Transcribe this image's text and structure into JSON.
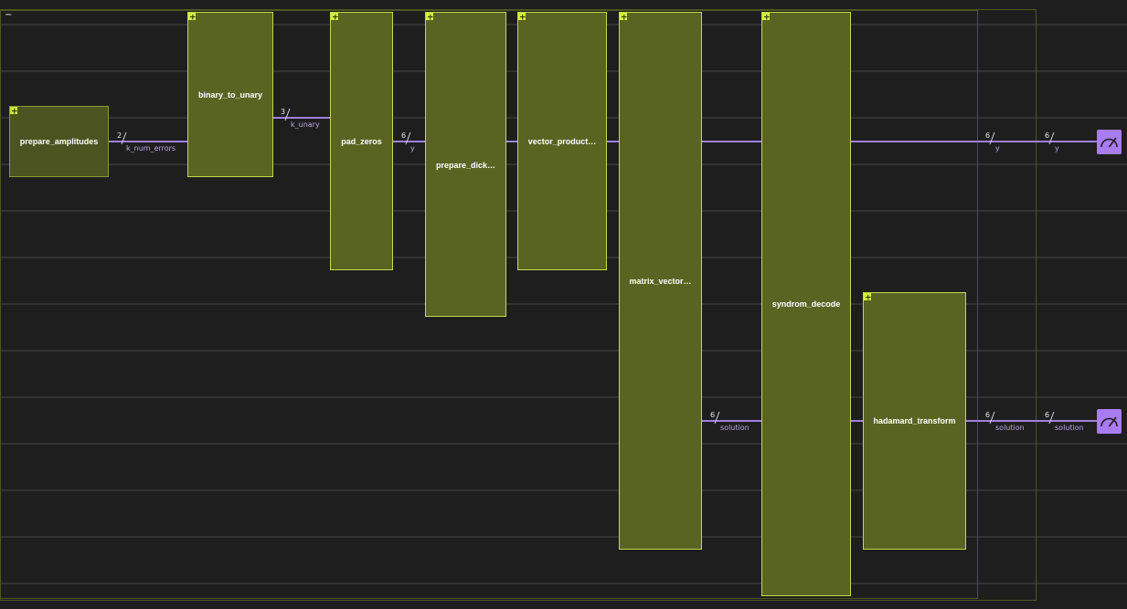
{
  "colors": {
    "background": "#1e1e1e",
    "grid_line": "#4a4a4a",
    "frame_border": "#5a6420",
    "block_fill": "#596423",
    "block_fill_dark": "#4b5420",
    "block_border": "#c5d94a",
    "plus_fill": "#d4ee3c",
    "wire": "#9f7fe0",
    "measure_fill": "#a97cf0"
  },
  "frame": {
    "collapse_symbol": "−"
  },
  "blocks": [
    {
      "id": "prepare_amplitudes",
      "label": "prepare_amplitudes",
      "expand_symbol": "+"
    },
    {
      "id": "binary_to_unary",
      "label": "binary_to_unary",
      "expand_symbol": "+"
    },
    {
      "id": "pad_zeros",
      "label": "pad_zeros",
      "expand_symbol": "+"
    },
    {
      "id": "prepare_dicke",
      "label": "prepare_dick…",
      "expand_symbol": "+"
    },
    {
      "id": "vector_product",
      "label": "vector_product…",
      "expand_symbol": "+"
    },
    {
      "id": "matrix_vector",
      "label": "matrix_vector…",
      "expand_symbol": "+"
    },
    {
      "id": "syndrom_decode",
      "label": "syndrom_decode",
      "expand_symbol": "+"
    },
    {
      "id": "hadamard_transform",
      "label": "hadamard_transform",
      "expand_symbol": "+"
    }
  ],
  "wire_labels": [
    {
      "id": "k_num_errors",
      "count": "2",
      "name": "k_num_errors"
    },
    {
      "id": "k_unary",
      "count": "3",
      "name": "k_unary"
    },
    {
      "id": "y_pad",
      "count": "6",
      "name": "y"
    },
    {
      "id": "y_out1",
      "count": "6",
      "name": "y"
    },
    {
      "id": "y_out2",
      "count": "6",
      "name": "y"
    },
    {
      "id": "solution_in",
      "count": "6",
      "name": "solution"
    },
    {
      "id": "solution_out1",
      "count": "6",
      "name": "solution"
    },
    {
      "id": "solution_out2",
      "count": "6",
      "name": "solution"
    }
  ],
  "measurements": [
    {
      "id": "measure_y",
      "icon": "gauge-icon"
    },
    {
      "id": "measure_solution",
      "icon": "gauge-icon"
    }
  ]
}
